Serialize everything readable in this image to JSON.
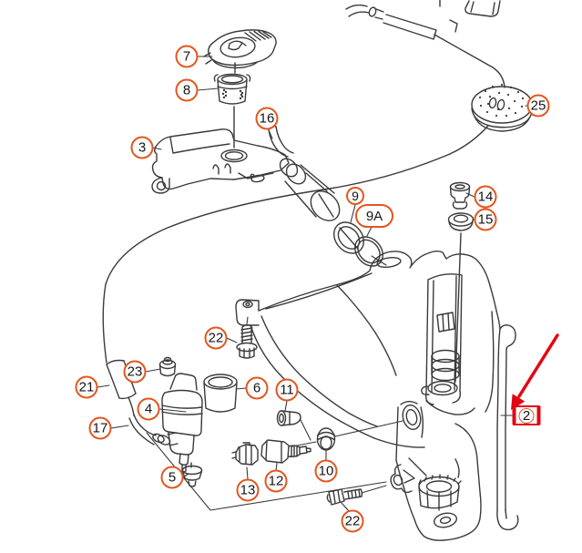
{
  "diagram": {
    "background_color": "#ffffff",
    "line_color": "#3a3a3a",
    "callout_border_color": "#e2571f",
    "highlight_color": "#e30613",
    "highlight": {
      "callout": "2",
      "marker": "red-box-with-arrow"
    }
  },
  "callouts": {
    "c2": {
      "label": "2"
    },
    "c3": {
      "label": "3"
    },
    "c4": {
      "label": "4"
    },
    "c5": {
      "label": "5"
    },
    "c6": {
      "label": "6"
    },
    "c7": {
      "label": "7"
    },
    "c8": {
      "label": "8"
    },
    "c9": {
      "label": "9"
    },
    "c9a": {
      "label": "9A"
    },
    "c10": {
      "label": "10"
    },
    "c11": {
      "label": "11"
    },
    "c12": {
      "label": "12"
    },
    "c13": {
      "label": "13"
    },
    "c14": {
      "label": "14"
    },
    "c15": {
      "label": "15"
    },
    "c16": {
      "label": "16"
    },
    "c17": {
      "label": "17"
    },
    "c21": {
      "label": "21"
    },
    "c22a": {
      "label": "22"
    },
    "c22b": {
      "label": "22"
    },
    "c23": {
      "label": "23"
    },
    "c25": {
      "label": "25"
    }
  }
}
